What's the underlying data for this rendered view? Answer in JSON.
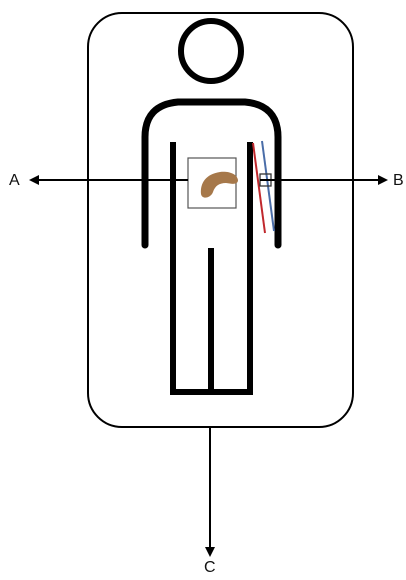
{
  "labels": {
    "a": "A",
    "b": "B",
    "c": "C"
  },
  "colors": {
    "outline": "#000000",
    "organ": "#a6784a",
    "red_vessel": "#c0282d",
    "blue_vessel": "#4a6da8"
  }
}
